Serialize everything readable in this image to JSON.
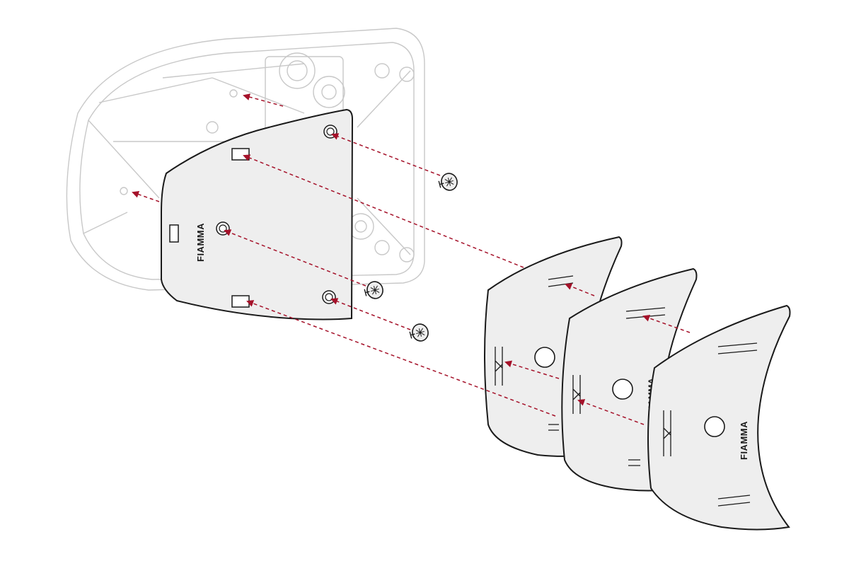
{
  "diagram": {
    "brand": "FIAMMA",
    "colors": {
      "background": "#ffffff",
      "outline": "#1a1a1a",
      "ghost": "#c8c8c8",
      "cover_fill": "#eeeeee",
      "arrow": "#a5122a"
    },
    "icons": [
      "housing-ghost",
      "main-cover-plate",
      "screw-icon",
      "clip-plate-icon",
      "red-dashed-arrow"
    ]
  }
}
